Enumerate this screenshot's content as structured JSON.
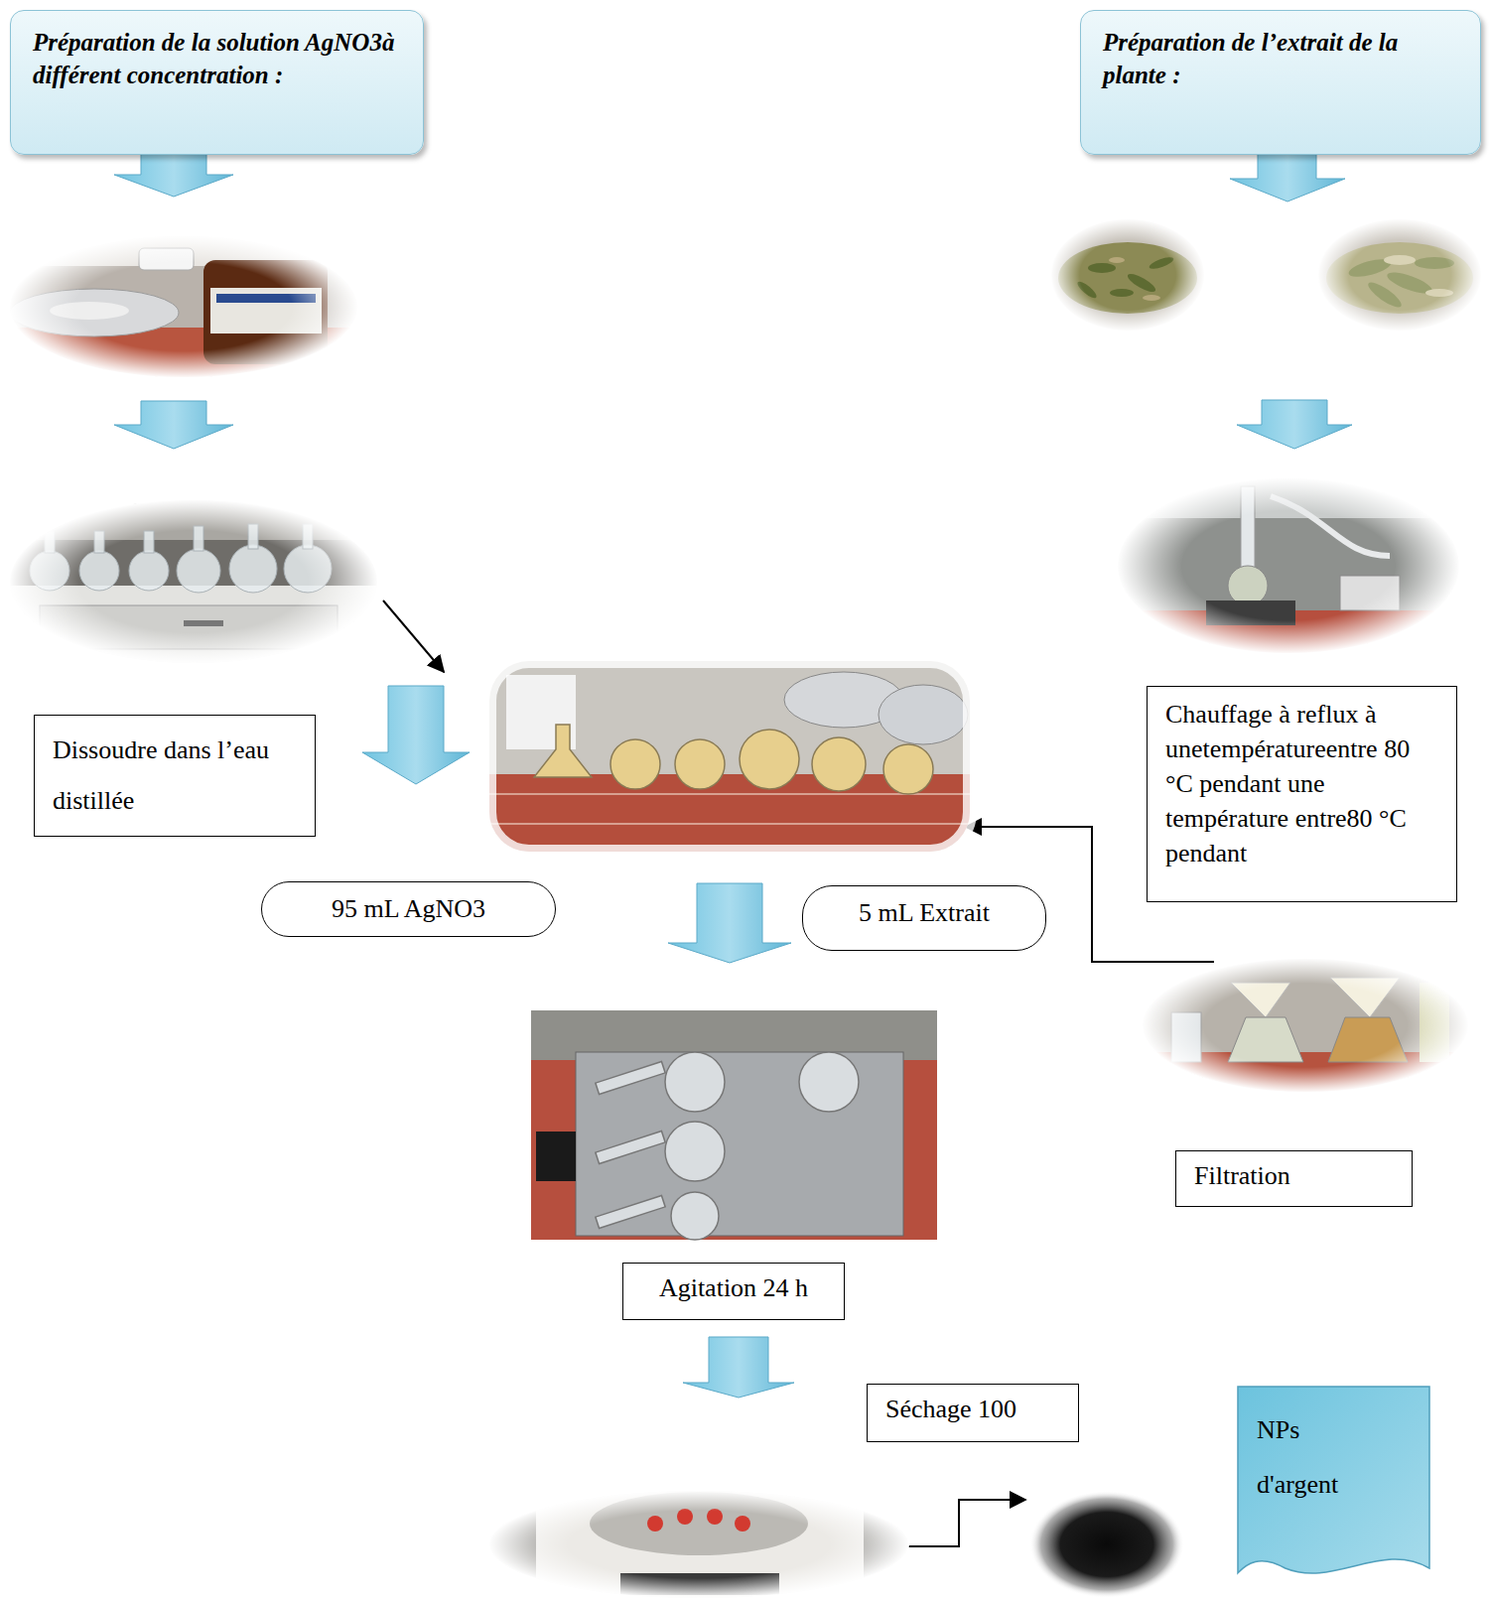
{
  "diagram": {
    "nodes": [
      {
        "text": [
          "Préparation de la solution AgNO3à différent concentration :"
        ]
      },
      {
        "text": [
          "Préparation de l’extrait de la plante :"
        ]
      },
      {
        "text": [
          "Chauffage à reflux à unetempératureentre 80 °C pendant une température entre80 °C pendant"
        ]
      },
      {
        "text": [
          "Dissoudre dans l’eau distillée"
        ]
      },
      {
        "text": [
          "95 mL AgNO3"
        ]
      },
      {
        "text": [
          "5 mL Extrait"
        ]
      },
      {
        "text": [
          "Filtration"
        ]
      },
      {
        "text": [
          "Agitation 24 h"
        ]
      },
      {
        "text": [
          "Séchage 100"
        ]
      },
      {
        "text": [
          "NPs d'argent"
        ]
      }
    ]
  }
}
